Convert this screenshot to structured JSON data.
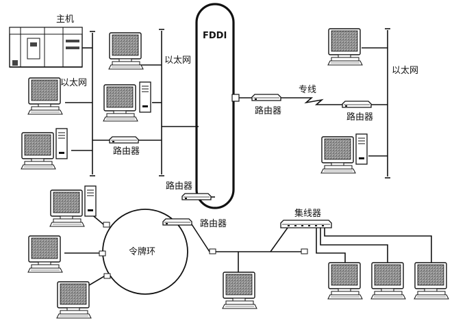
{
  "labels": {
    "host": "主机",
    "ethernet_left_1": "以太网",
    "ethernet_left_2": "以太网",
    "ethernet_right": "以太网",
    "fddi": "FDDI",
    "leased_line": "专线",
    "router_left": "路由器",
    "router_fddi_bottom": "路由器",
    "router_token_ring": "路由器",
    "router_fddi_right": "路由器",
    "router_remote": "路由器",
    "token_ring": "令牌环",
    "hub": "集线器"
  },
  "colors": {
    "line": "#111111",
    "screen": "#8a8a8a",
    "background": "#ffffff"
  },
  "icons": {
    "computer": "desktop-computer-icon",
    "tower": "tower-computer-icon",
    "router": "router-icon",
    "hub": "hub-icon",
    "mainframe": "mainframe-icon"
  }
}
